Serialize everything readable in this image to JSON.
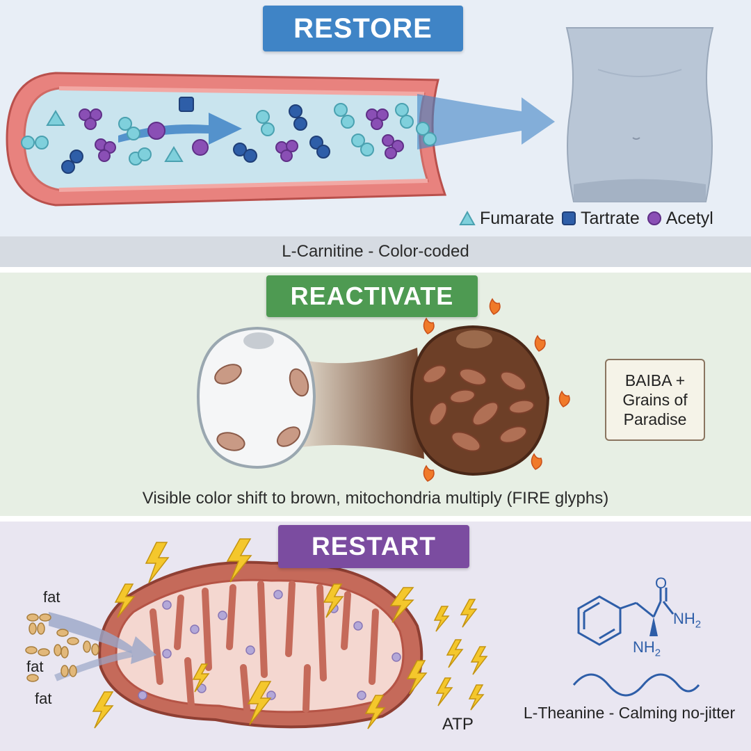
{
  "restore": {
    "title": "RESTORE",
    "legend": [
      {
        "label": "Fumarate",
        "color": "#7fd0dc",
        "shape": "triangle"
      },
      {
        "label": "Tartrate",
        "color": "#2e5ea8",
        "shape": "square"
      },
      {
        "label": "Acetyl",
        "color": "#8a4fb5",
        "shape": "circle"
      }
    ],
    "caption": "L-Carnitine - Color-coded"
  },
  "reactivate": {
    "title": "REACTIVATE",
    "box_lines": [
      "BAIBA +",
      "Grains of",
      "Paradise"
    ],
    "caption": "Visible color shift to brown, mitochondria multiply (FIRE glyphs)"
  },
  "restart": {
    "title": "RESTART",
    "fat_labels": [
      "fat",
      "fat",
      "fat"
    ],
    "atp_label": "ATP",
    "chem_labels": {
      "o": "O",
      "nh2_a": "NH",
      "nh2_b": "NH",
      "sub": "2"
    },
    "caption": "L-Theanine - Calming no-jitter"
  },
  "colors": {
    "vessel": "#e8827e",
    "vessel_dark": "#c95450",
    "mito_outer": "#c56a5a",
    "brown_fat": "#6d3f27",
    "bolt": "#f4c72c"
  }
}
